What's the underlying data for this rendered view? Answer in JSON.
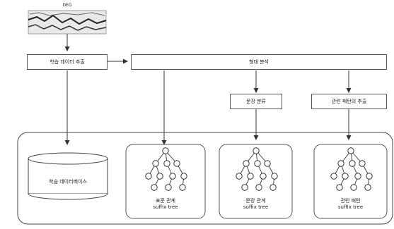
{
  "diagram": {
    "top_label": "DEG",
    "boxes": {
      "extract": "학습 데이터 추출",
      "analysis": "형태 분석",
      "collect_sentences": "문장 분류",
      "collect_related": "관련 패턴의 추출"
    },
    "store": {
      "db_label": "학습 데이터베이스"
    },
    "trees": [
      {
        "line1": "표준 관계",
        "line2": "suffix tree"
      },
      {
        "line1": "문장 관계",
        "line2": "suffix tree"
      },
      {
        "line1": "관련 패턴",
        "line2": "suffix tree"
      }
    ]
  }
}
